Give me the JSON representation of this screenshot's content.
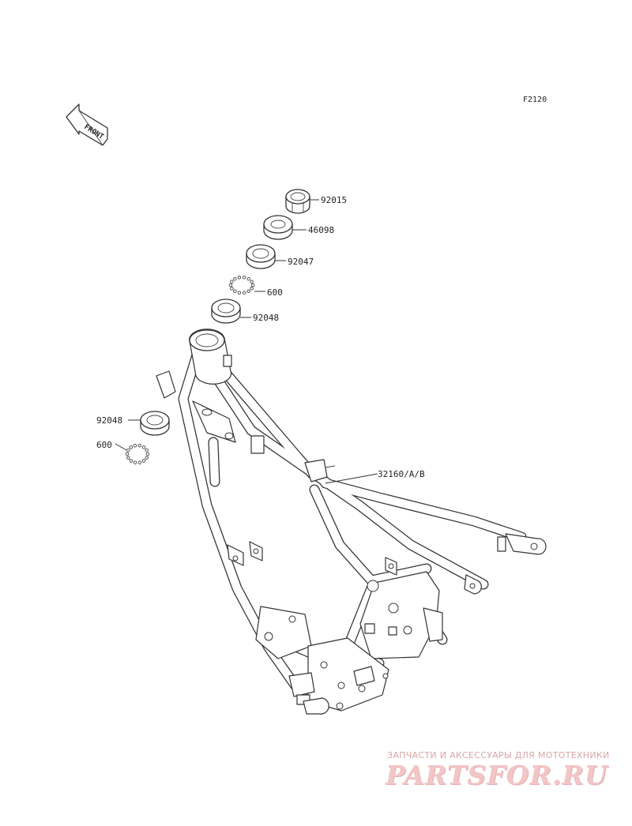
{
  "figure_code": "F2120",
  "front_label": "FRONT",
  "parts": [
    {
      "id": "p1",
      "number": "92015"
    },
    {
      "id": "p2",
      "number": "46098"
    },
    {
      "id": "p3",
      "number": "92047"
    },
    {
      "id": "p4",
      "number": "600"
    },
    {
      "id": "p5",
      "number": "92048"
    },
    {
      "id": "p6",
      "number": "92048"
    },
    {
      "id": "p7",
      "number": "600"
    },
    {
      "id": "p8",
      "number": "32160/A/B"
    }
  ],
  "watermark": {
    "caption": "ЗАПЧАСТИ И АКСЕССУАРЫ ДЛЯ МОТОТЕХНИКИ",
    "logo": "PARTSFOR.RU"
  }
}
